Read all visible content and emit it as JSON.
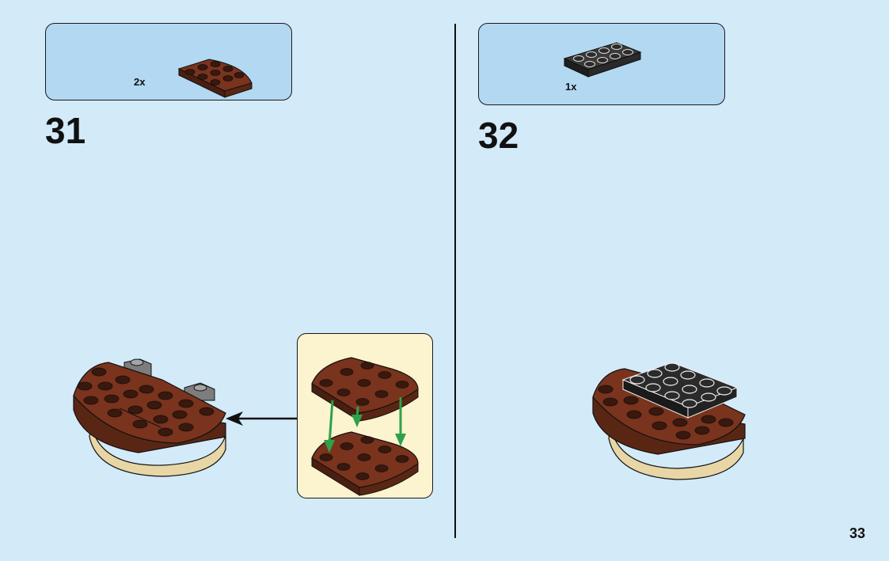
{
  "steps": [
    {
      "number": "31",
      "part_count": "2x",
      "part": "brown-round-corner-plate-icon"
    },
    {
      "number": "32",
      "part_count": "1x",
      "part": "black-2x4-plate-icon"
    }
  ],
  "page_number": "33",
  "colors": {
    "background": "#d3eaf9",
    "parts_box": "#b3d8f2",
    "callout": "#fcf3cf",
    "brick_brown": "#6b2e1a",
    "brick_dark": "#3a180d",
    "tan": "#e8d6a6",
    "grey": "#8a8a8a",
    "black_brick": "#2b2b2b",
    "arrow_green": "#2ea24a"
  }
}
